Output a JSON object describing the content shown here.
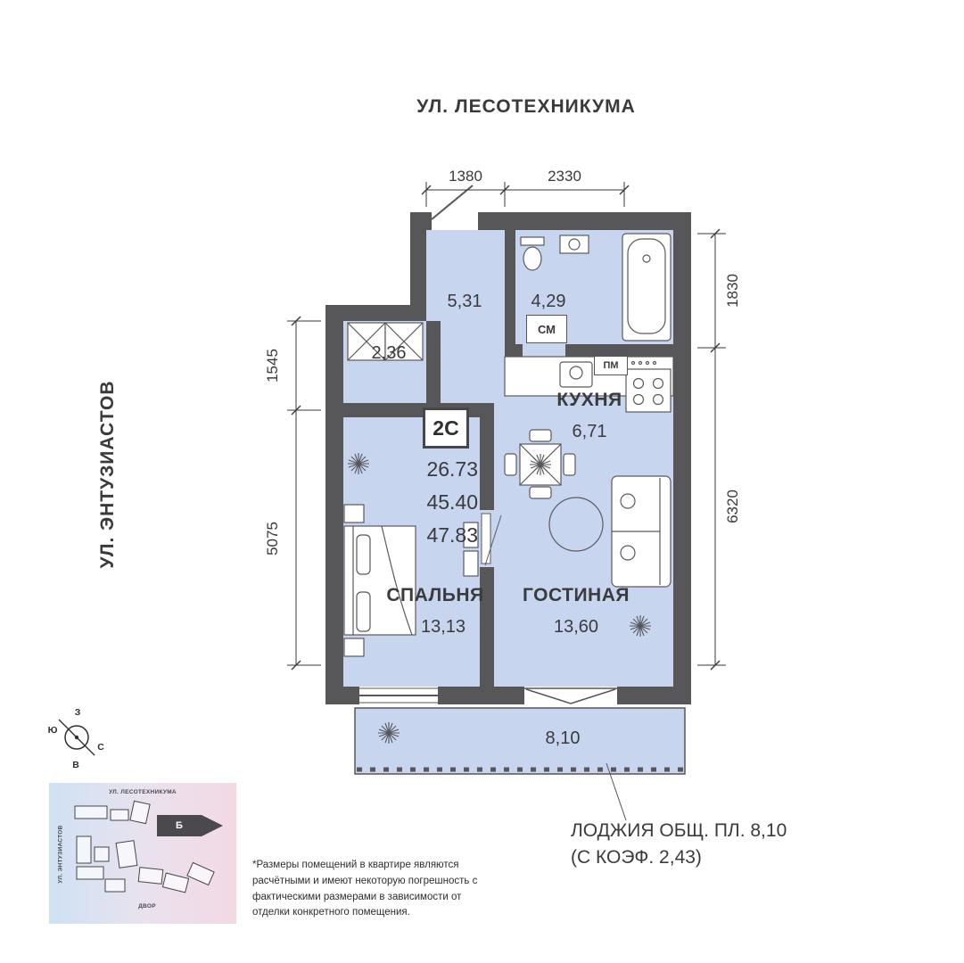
{
  "streets": {
    "top": "УЛ. ЛЕСОТЕХНИКУМА",
    "left": "УЛ. ЭНТУЗИАСТОВ"
  },
  "dimensions": {
    "top_left": "1380",
    "top_right": "2330",
    "right_top": "1830",
    "right_bottom": "6320",
    "left_top": "1545",
    "left_bottom": "5075"
  },
  "apartment": {
    "type": "2С",
    "area_living": "26.73",
    "area_main": "45.40",
    "area_total": "47.83"
  },
  "rooms": {
    "hall": {
      "area": "5,31"
    },
    "bathroom": {
      "area": "4,29",
      "washer": "СМ"
    },
    "wardrobe": {
      "area": "2,36"
    },
    "kitchen": {
      "name": "КУХНЯ",
      "area": "6,71",
      "dishwasher": "ПМ"
    },
    "bedroom": {
      "name": "СПАЛЬНЯ",
      "area": "13,13"
    },
    "living": {
      "name": "ГОСТИНАЯ",
      "area": "13,60"
    },
    "loggia": {
      "area": "8,10"
    }
  },
  "loggia_note": {
    "line1": "ЛОДЖИЯ ОБЩ. ПЛ. 8,10",
    "line2": "(С КОЭФ. 2,43)"
  },
  "compass": {
    "west": "З",
    "south": "Ю",
    "north": "С",
    "east": "В"
  },
  "minimap": {
    "street_top": "УЛ. ЛЕСОТЕХНИКУМА",
    "street_left": "УЛ. ЭНТУЗИАСТОВ",
    "yard": "ДВОР",
    "building": "Б"
  },
  "disclaimer": "*Размеры помещений в квартире являются расчётными и имеют некоторую погрешность с фактическими размерами в зависимости от отделки конкретного помещения.",
  "colors": {
    "wall": "#57575a",
    "room": "#c8d5ef",
    "accent_text": "#3a3a3c"
  }
}
